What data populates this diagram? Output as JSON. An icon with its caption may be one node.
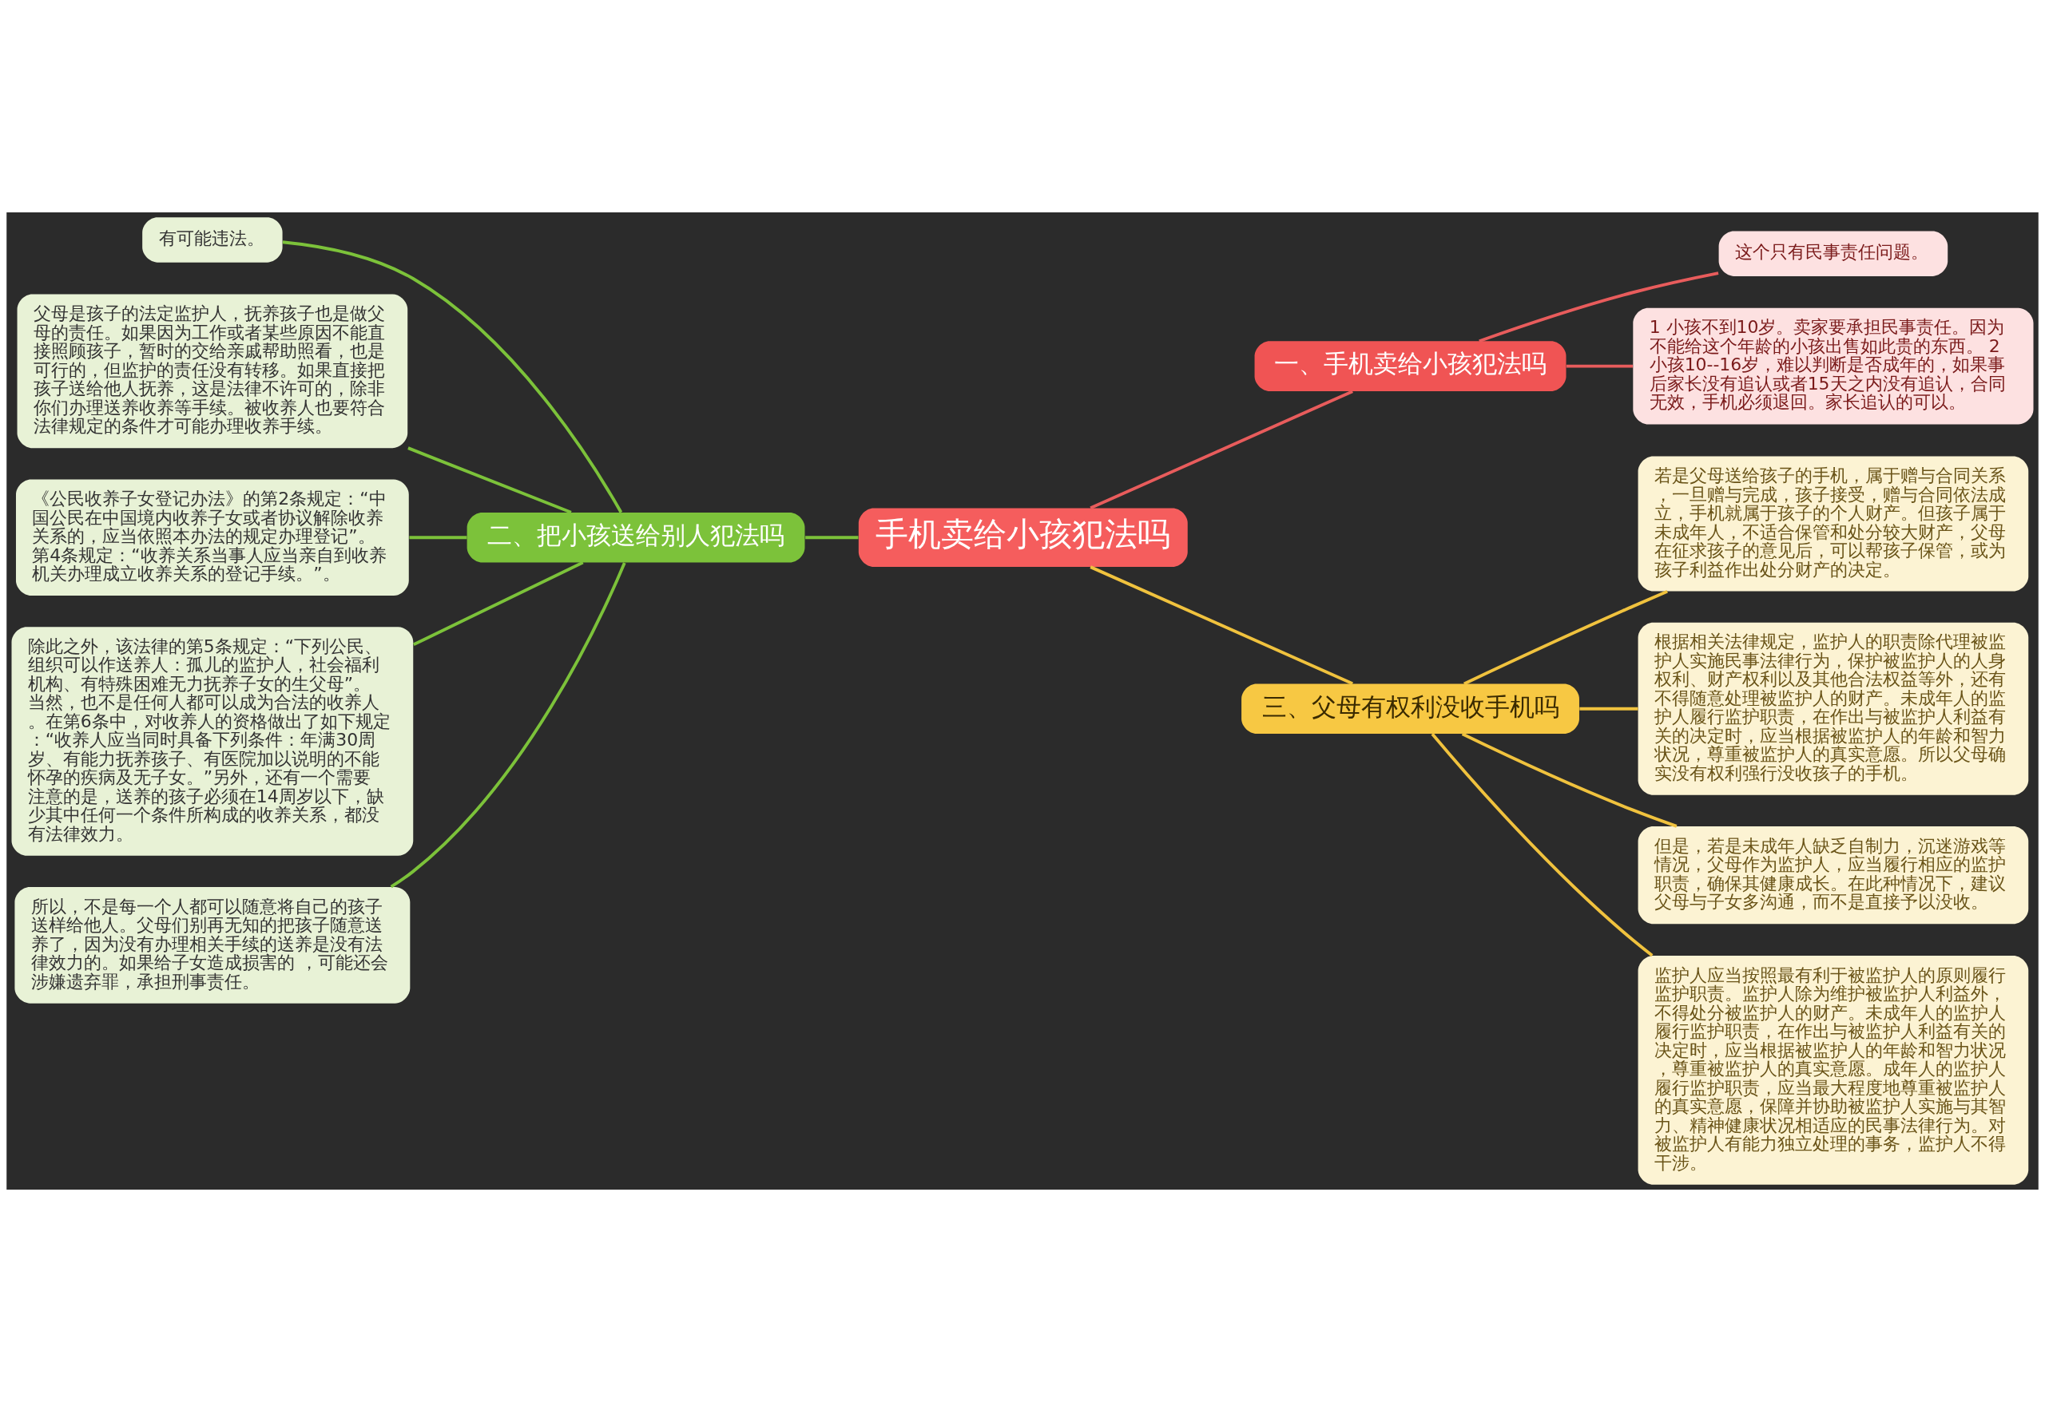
{
  "diagram": {
    "nodes": [
      {
        "text": [
          "手机卖给小孩犯法吗"
        ]
      },
      {
        "text": [
          "一、手机卖给小孩犯法吗"
        ]
      },
      {
        "text": [
          "这个只有民事责任问题。"
        ]
      },
      {
        "text": [
          "1 小孩不到10岁。卖家要承担民事责任。因为不能给这个年龄的小孩出售如此贵的东西。 2 小孩10--16岁，难以判断是否成年的，如果事后家长没有追认或者15天之内没有追认，合同无效，手机必须退回。家长追认的可以。"
        ]
      },
      {
        "text": [
          "二、把小孩送给别人犯法吗"
        ]
      },
      {
        "text": [
          "有可能违法。"
        ]
      },
      {
        "text": [
          "父母是孩子的法定监护人，抚养孩子也是做父母的责任。如果因为工作或者某些原因不能直接照顾孩子，暂时的交给亲戚帮助照看，也是可行的，但监护的责任没有转移。如果直接把孩子送给他人抚养，这是法律不许可的，除非你们办理送养收养等手续。被收养人也要符合法律规定的条件才可能办理收养手续。"
        ]
      },
      {
        "text": [
          "《公民收养子女登记办法》的第2条规定：“中国公民在中国境内收养子女或者协议解除收养关系的，应当依照本办法的规定办理登记”。第4条规定：“收养关系当事人应当亲自到收养机关办理成立收养关系的登记手续。”。"
        ]
      },
      {
        "text": [
          "除此之外，该法律的第5条规定：“下列公民、组织可以作送养人：孤儿的监护人，社会福利机构、有特殊困难无力抚养子女的生父母”。当然，也不是任何人都可以成为合法的收养人。在第6条中，对收养人的资格做出了如下规定：“收养人应当同时具备下列条件：年满30周岁、有能力抚养孩子、有医院加以说明的不能怀孕的疾病及无子女。”另外，还有一个需要注意的是，送养的孩子必须在14周岁以下，缺少其中任何一个条件所构成的收养关系，都没有法律效力。"
        ]
      },
      {
        "text": [
          "所以，不是每一个人都可以随意将自己的孩子送样给他人。父母们别再无知的把孩子随意送养了，因为没有办理相关手续的送养是没有法律效力的。如果给子女造成损害的 ，可能还会涉嫌遗弃罪，承担刑事责任。"
        ]
      },
      {
        "text": [
          "三、父母有权利没收手机吗"
        ]
      },
      {
        "text": [
          "若是父母送给孩子的手机，属于赠与合同关系，一旦赠与完成，孩子接受，赠与合同依法成立，手机就属于孩子的个人财产。但孩子属于未成年人，不适合保管和处分较大财产，父母在征求孩子的意见后，可以帮孩子保管，或为孩子利益作出处分财产的决定。"
        ]
      },
      {
        "text": [
          "根据相关法律规定，监护人的职责除代理被监护人实施民事法律行为，保护被监护人的人身权利、财产权利以及其他合法权益等外，还有不得随意处理被监护人的财产。未成年人的监护人履行监护职责，在作出与被监护人利益有关的决定时，应当根据被监护人的年龄和智力状况，尊重被监护人的真实意愿。所以父母确实没有权利强行没收孩子的手机。"
        ]
      },
      {
        "text": [
          "但是，若是未成年人缺乏自制力，沉迷游戏等情况，父母作为监护人，应当履行相应的监护职责，确保其健康成长。在此种情况下，建议父母与子女多沟通，而不是直接予以没收。"
        ]
      },
      {
        "text": [
          "监护人应当按照最有利于被监护人的原则履行监护职责。监护人除为维护被监护人利益外，不得处分被监护人的财产。未成年人的监护人履行监护职责，在作出与被监护人利益有关的决定时，应当根据被监护人的年龄和智力状况，尊重被监护人的真实意愿。成年人的监护人履行监护职责，应当最大程度地尊重被监护人的真实意愿，保障并协助被监护人实施与其智力、精神健康状况相适应的民事法律行为。对被监护人有能力独立处理的事务，监护人不得干涉。"
        ]
      }
    ],
    "edges": [
      {
        "from": 0,
        "to": 1,
        "arrow": "none",
        "color": "#e85c5c"
      },
      {
        "from": 1,
        "to": 2,
        "arrow": "none",
        "color": "#e85c5c"
      },
      {
        "from": 1,
        "to": 3,
        "arrow": "none",
        "color": "#e85c5c"
      },
      {
        "from": 0,
        "to": 4,
        "arrow": "none",
        "color": "#7cc23a"
      },
      {
        "from": 4,
        "to": 5,
        "arrow": "none",
        "color": "#7cc23a"
      },
      {
        "from": 4,
        "to": 6,
        "arrow": "none",
        "color": "#7cc23a"
      },
      {
        "from": 4,
        "to": 7,
        "arrow": "none",
        "color": "#7cc23a"
      },
      {
        "from": 4,
        "to": 8,
        "arrow": "none",
        "color": "#7cc23a"
      },
      {
        "from": 4,
        "to": 9,
        "arrow": "none",
        "color": "#7cc23a"
      },
      {
        "from": 0,
        "to": 10,
        "arrow": "none",
        "color": "#f0c23e"
      },
      {
        "from": 10,
        "to": 11,
        "arrow": "none",
        "color": "#f0c23e"
      },
      {
        "from": 10,
        "to": 12,
        "arrow": "none",
        "color": "#f0c23e"
      },
      {
        "from": 10,
        "to": 13,
        "arrow": "none",
        "color": "#f0c23e"
      },
      {
        "from": 10,
        "to": 14,
        "arrow": "none",
        "color": "#f0c23e"
      }
    ]
  }
}
